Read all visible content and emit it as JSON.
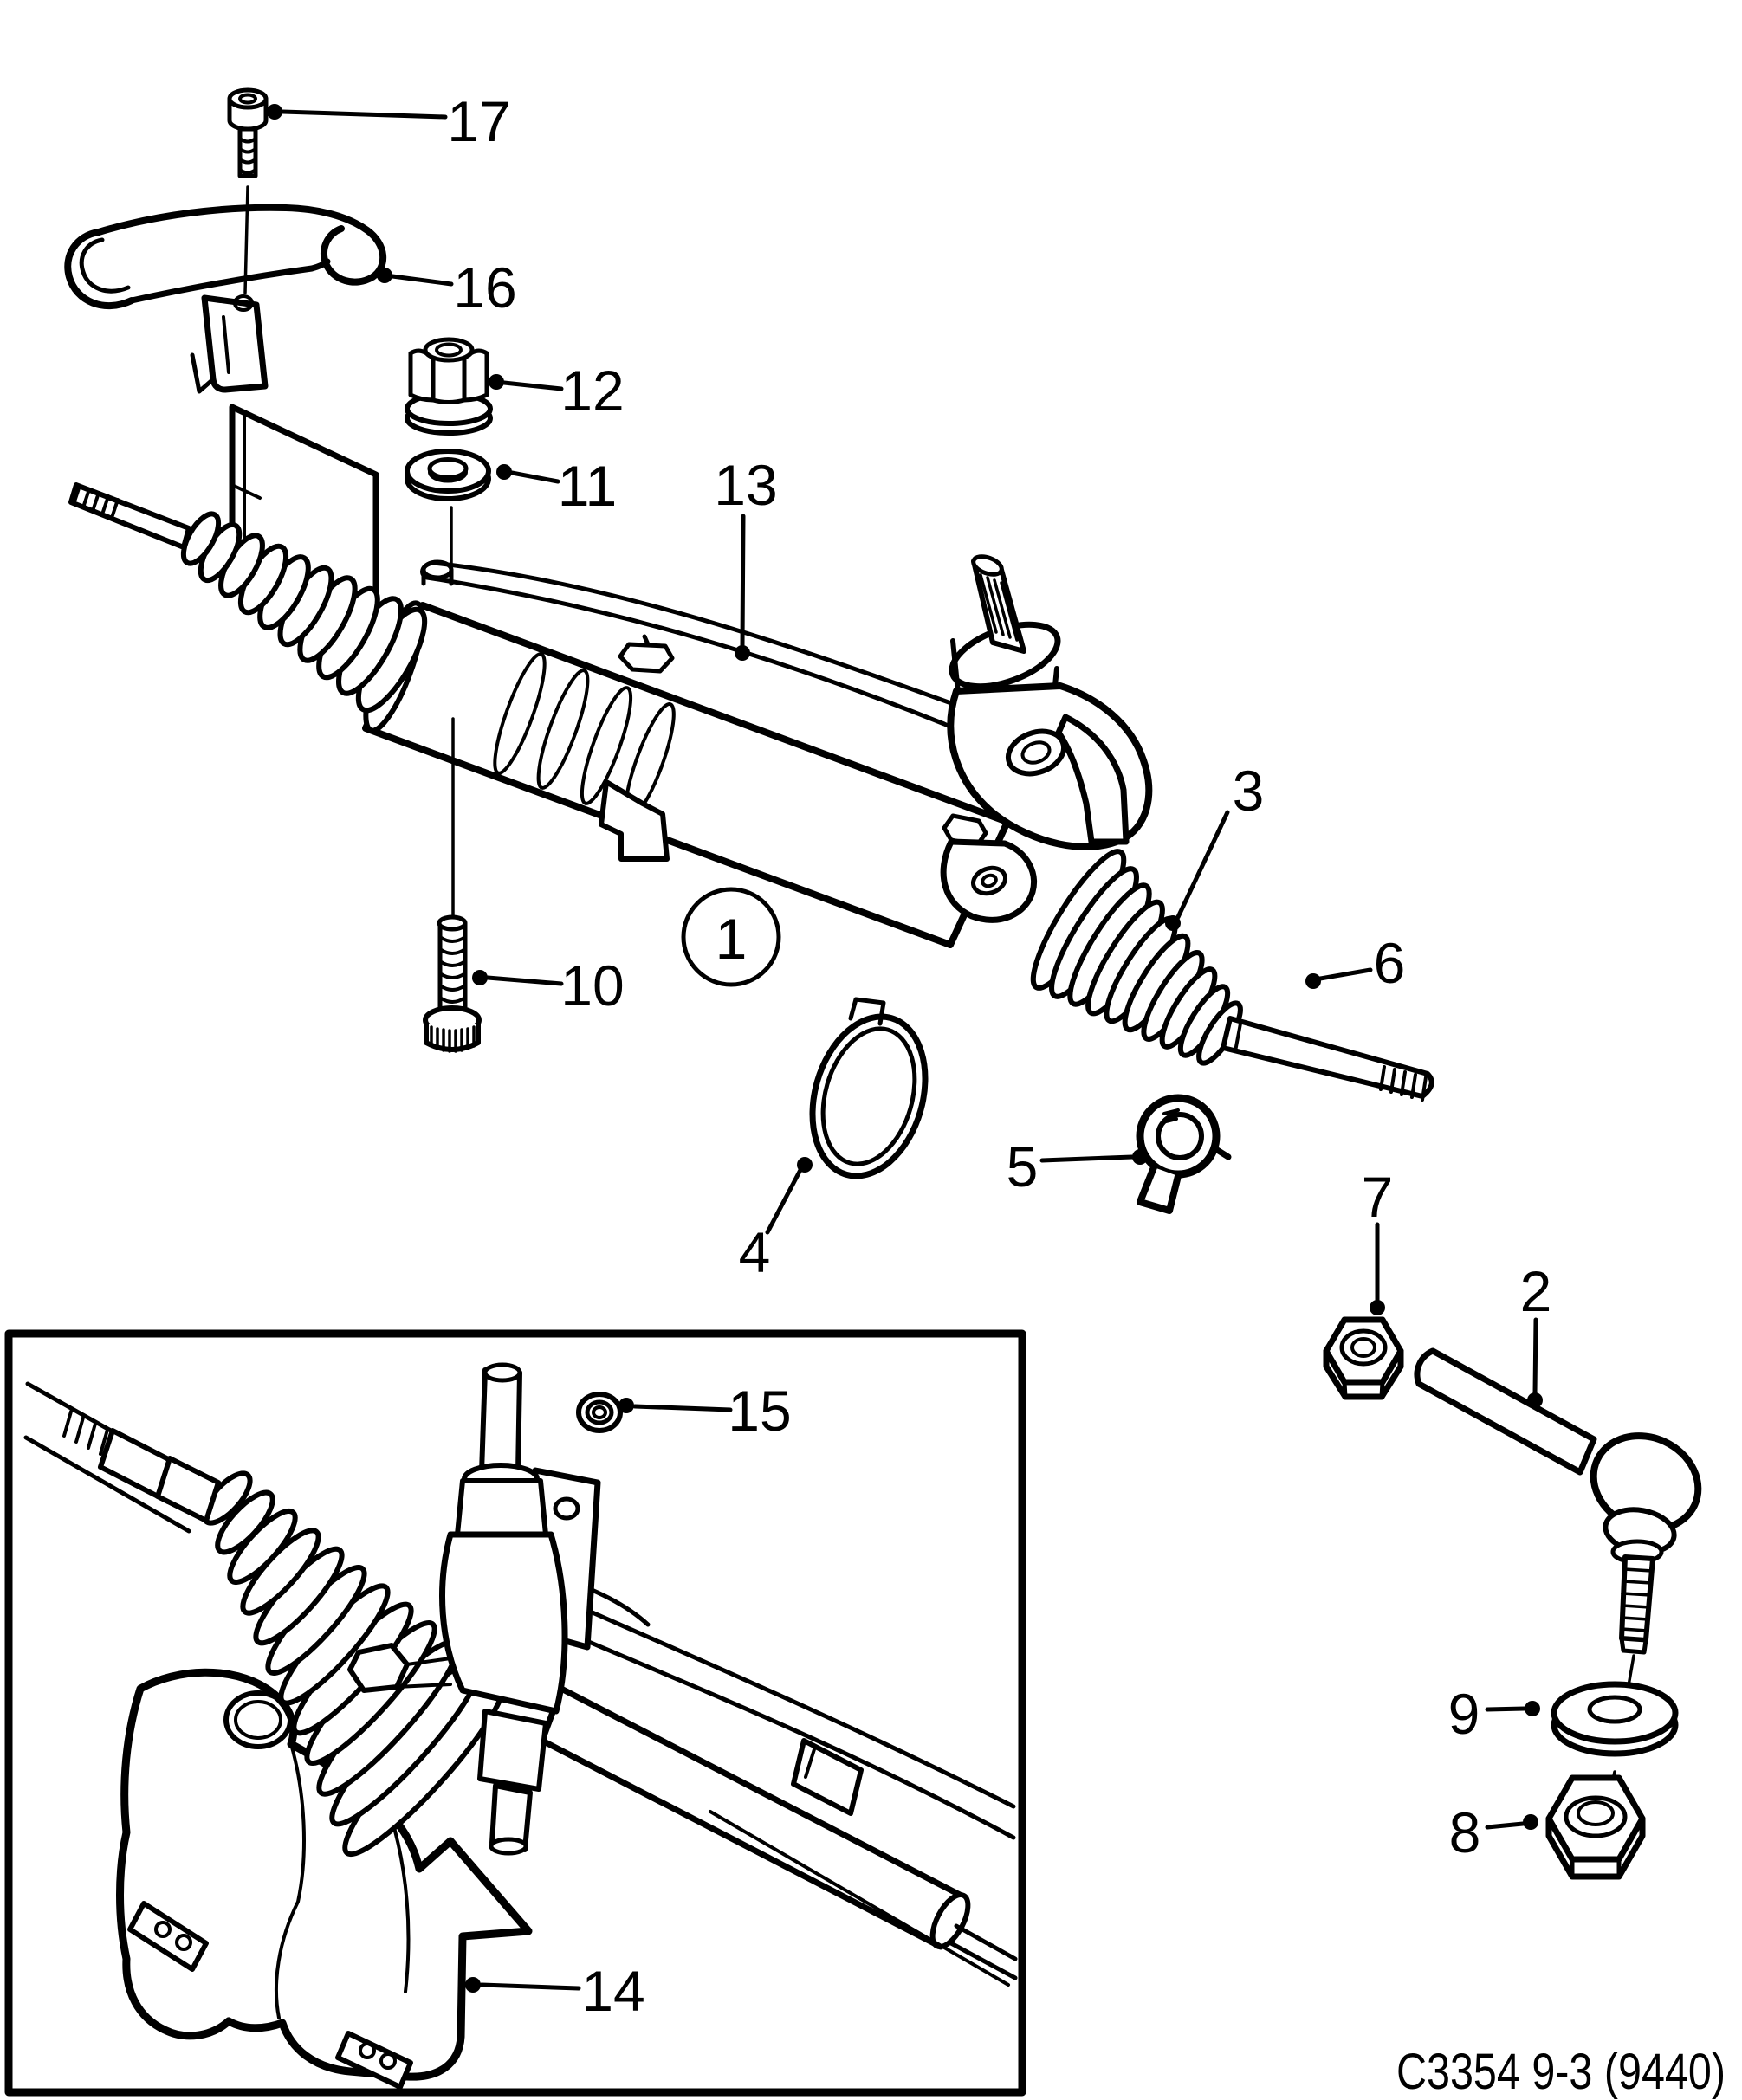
{
  "diagram": {
    "caption": "C3354 9-3 (9440)",
    "background": "#ffffff",
    "line_color": "#000000",
    "callout_count": 17
  },
  "callouts": {
    "1": "1",
    "2": "2",
    "3": "3",
    "4": "4",
    "5": "5",
    "6": "6",
    "7": "7",
    "8": "8",
    "9": "9",
    "10": "10",
    "11": "11",
    "12": "12",
    "13": "13",
    "14": "14",
    "15": "15",
    "16": "16",
    "17": "17"
  }
}
